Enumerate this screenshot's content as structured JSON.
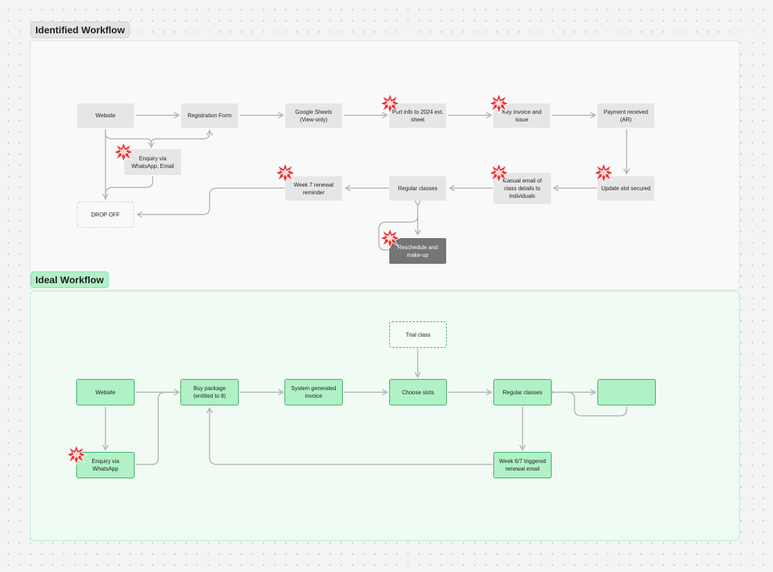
{
  "sections": {
    "identified_title": "Identified Workflow",
    "ideal_title": "Ideal Workflow"
  },
  "identified": {
    "website": "Website",
    "registration_form": "Registration Form",
    "google_sheets": "Google Sheets\n(View-only)",
    "port_info": "Port info to 2024 ext.\nsheet",
    "key_invoice": "Key invoice and\nissue",
    "payment_received": "Payment received\n(AR)",
    "enquiry": "Enquiry via\nWhatsApp, Email",
    "drop_off": "DROP OFF",
    "week7_reminder": "Week 7 renewal\nreminder",
    "regular_classes": "Regular classes",
    "manual_email": "Manual email of\nclass details to\nindividuals",
    "update_slot": "Update slot secured",
    "reschedule": "Reschedule and\nmake-up"
  },
  "ideal": {
    "trial_class": "Trial class",
    "website": "Website",
    "buy_package": "Buy package\n(entitled to 8)",
    "system_invoice": "System generated\ninvoice",
    "choose_slots": "Choose slots",
    "regular_classes": "Regular classes",
    "blank_box": "",
    "enquiry": "Enquiry via\nWhatsApp",
    "week67_email": "Week 6/7 triggered\nrenewal email"
  },
  "colors": {
    "arrow": "#b4b4b4",
    "grey_node": "#e6e6e6",
    "green_node": "#b0f1c6",
    "green_border": "#3ea866",
    "burst_red": "#e5383b"
  },
  "icons": {
    "pain_point": "collision-burst-icon"
  }
}
